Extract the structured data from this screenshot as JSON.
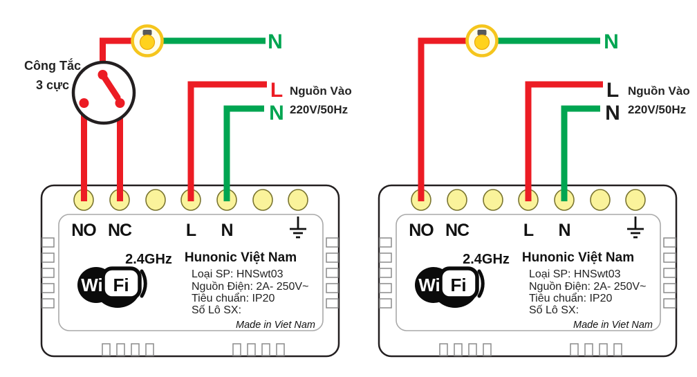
{
  "colors": {
    "wire_red": "#EC1C24",
    "wire_green": "#00A551",
    "terminal_fill": "#FAF39B",
    "terminal_stroke": "#7a7530",
    "lamp_ring": "#F5C51D",
    "bulb_yellow": "#FFD21E",
    "bulb_cap": "#58595B",
    "outline_dark": "#231F20"
  },
  "diagrams": {
    "left": {
      "switch_label_line1": "Công Tắc",
      "switch_label_line2": "3 cực",
      "bulb_neutral_label": "N",
      "live_label": "L",
      "neutral_label": "N",
      "source_line1": "Nguồn Vào",
      "source_line2": "220V/50Hz"
    },
    "right": {
      "bulb_neutral_label": "N",
      "live_label": "L",
      "neutral_label": "N",
      "source_line1": "Nguồn Vào",
      "source_line2": "220V/50Hz"
    }
  },
  "device_label": {
    "terminals": [
      "NO",
      "NC",
      "L",
      "N"
    ],
    "band": "2.4GHz",
    "wifi": {
      "wi": "Wi",
      "fi": "Fi"
    },
    "brand": "Hunonic Việt Nam",
    "info_lines": [
      "Loại SP: HNSwt03",
      "Nguồn Điện: 2A- 250V~",
      "Tiêu chuẩn: IP20",
      "Số Lô SX:"
    ],
    "made_in": "Made in Viet Nam"
  }
}
